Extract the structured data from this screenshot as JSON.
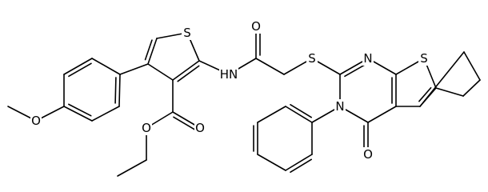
{
  "molecule": {
    "atom_labels": [
      {
        "id": "s-thiophene",
        "text": "S"
      },
      {
        "id": "o-methoxy",
        "text": "O"
      },
      {
        "id": "o-amide",
        "text": "O"
      },
      {
        "id": "n-amide-h",
        "text": "HN"
      },
      {
        "id": "s-thioether",
        "text": "S"
      },
      {
        "id": "n-pyrimidine-1",
        "text": "N"
      },
      {
        "id": "s-fused-thiophene",
        "text": "S"
      },
      {
        "id": "n-pyrimidine-3",
        "text": "N"
      },
      {
        "id": "o-carbonyl-ring",
        "text": "O"
      },
      {
        "id": "o-ester-carbonyl",
        "text": "O"
      },
      {
        "id": "o-ester",
        "text": "O"
      }
    ],
    "colors": {
      "bond": "#000000",
      "background": "#ffffff"
    }
  }
}
